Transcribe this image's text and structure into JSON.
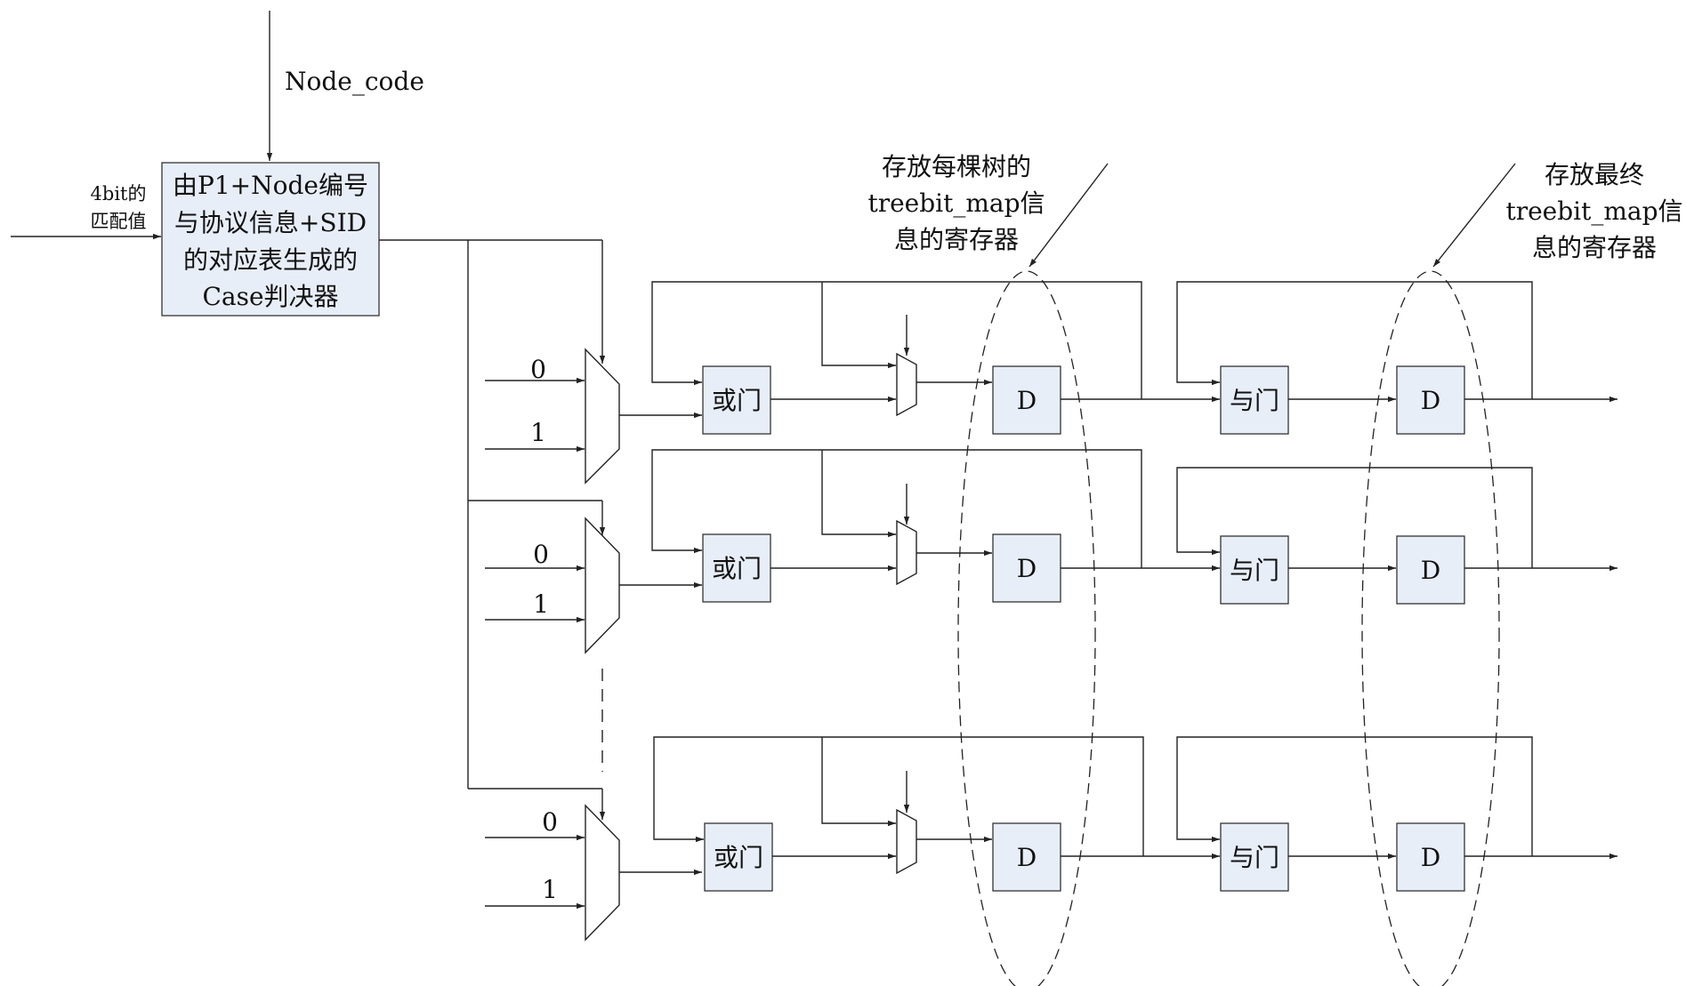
{
  "labels": {
    "node_code": "Node_code",
    "match_value_line1": "4bit的",
    "match_value_line2": "匹配值",
    "case_decider_lines": [
      "由P1+Node编号",
      "与协议信息+SID",
      "的对应表生成的",
      "Case判决器"
    ],
    "tree_register_note": [
      "存放每棵树的",
      "treebit_map信",
      "息的寄存器"
    ],
    "final_register_note": [
      "存放最终",
      "treebit_map信",
      "息的寄存器"
    ]
  },
  "rows": [
    {
      "mux_in0": "0",
      "mux_in1": "1",
      "or_gate": "或门",
      "reg1": "D",
      "and_gate": "与门",
      "reg2": "D"
    },
    {
      "mux_in0": "0",
      "mux_in1": "1",
      "or_gate": "或门",
      "reg1": "D",
      "and_gate": "与门",
      "reg2": "D"
    },
    {
      "mux_in0": "0",
      "mux_in1": "1",
      "or_gate": "或门",
      "reg1": "D",
      "and_gate": "与门",
      "reg2": "D"
    }
  ]
}
